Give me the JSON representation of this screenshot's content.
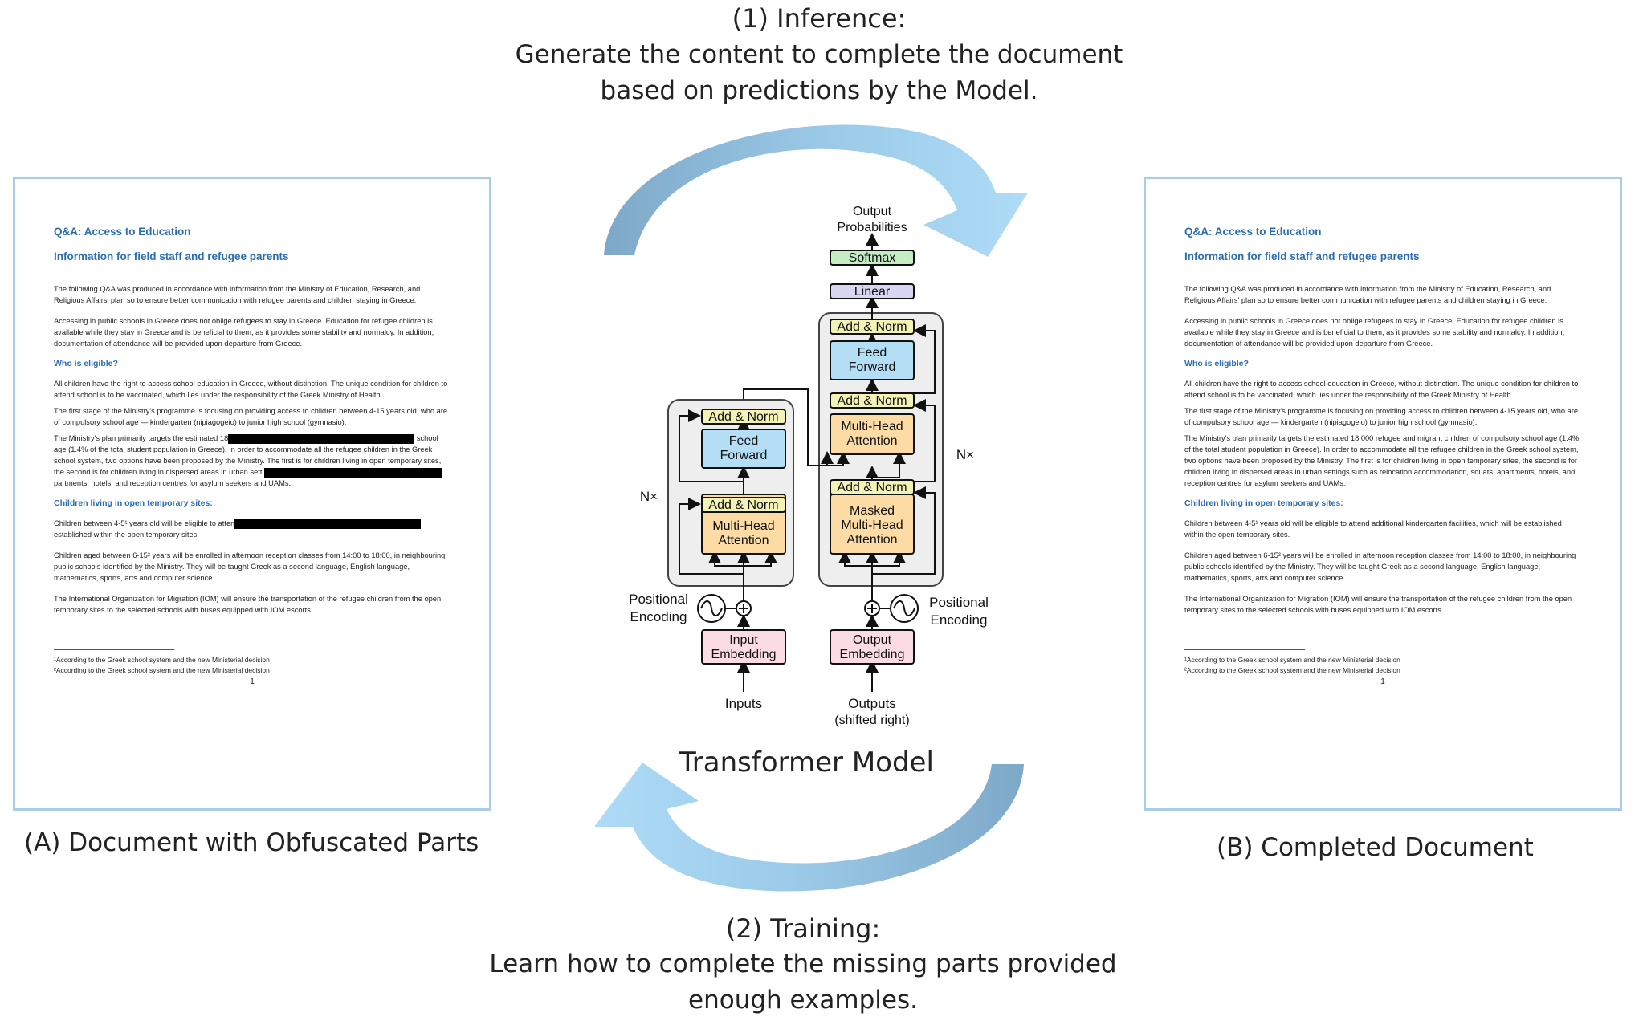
{
  "inference": {
    "title": "(1)  Inference:",
    "line1": "Generate the content to complete the document",
    "line2": "based on predictions by the Model."
  },
  "training": {
    "title": "(2) Training:",
    "line1": "Learn how to complete the missing parts provided",
    "line2": "enough examples."
  },
  "doc_a_caption": "(A) Document with Obfuscated Parts",
  "doc_b_caption": "(B) Completed Document",
  "model_label": "Transformer Model",
  "colors": {
    "arrow_dark": "#7ea8c8",
    "arrow_light": "#aedcf7",
    "doc_border": "#a9cde8",
    "heading_blue": "#2c6db0"
  },
  "document": {
    "title1": "Q&A: Access to Education",
    "title2": "Information for field staff and refugee parents",
    "para1": "The following Q&A was produced in accordance with information from the Ministry of Education, Research, and Religious Affairs' plan so to ensure better communication with refugee parents and children staying in Greece.",
    "para2": "Accessing in public schools in Greece does not oblige refugees to stay in Greece. Education for refugee children is available while they stay in Greece and is beneficial to them, as it provides some stability and normalcy. In addition, documentation of attendance will be provided upon departure from Greece.",
    "heading_eligible": "Who is eligible?",
    "para3": "All children have the right to access school education in Greece, without distinction. The unique condition for children to attend school is to be vaccinated, which lies under the responsibility of the Greek Ministry of Health.",
    "para4": "The first stage of the Ministry's programme is focusing on providing access to children between 4-15 years old, who are of compulsory school age — kindergarten (nipiagogeio) to junior high school (gymnasio).",
    "para5_full": "The Ministry's plan primarily targets the estimated 18,000 refugee and migrant children of compulsory school age (1.4% of the total student population in Greece). In order to accommodate all the refugee children in the Greek school system, two options have been proposed by the Ministry. The first is for children living in open temporary sites, the second is for children living in dispersed areas in urban settings such as relocation accommodation, squats, apartments, hotels, and reception centres for asylum seekers and UAMs.",
    "para5_a_start": "The Ministry's plan primarily targets the estimated 18",
    "para5_a_mid": "school age (1.4% of the total student population in Greece). In order to accommodate all the refugee children in the Greek school system, two options have been proposed by the Ministry. The first is for children living in open temporary sites, the second is for children living in dispersed areas in urban setti",
    "para5_a_end": "partments, hotels, and reception centres for asylum seekers and UAMs.",
    "heading_open": "Children living in open temporary sites:",
    "para6_full": "Children between 4-5¹ years old will be eligible to attend additional kindergarten facilities, which will be established within the open temporary sites.",
    "para6_a_start": "Children between 4-5¹ years old will be eligible to atten",
    "para6_a_end": "established within the open temporary sites.",
    "para7": "Children aged between 6-15² years will be enrolled in afternoon reception classes from 14:00 to 18:00, in neighbouring public schools identified by the Ministry. They will be taught Greek as a second language, English language, mathematics, sports, arts and computer science.",
    "para8": "The International Organization for Migration (IOM) will ensure the transportation of the refugee children from the open temporary sites to the selected schools with buses equipped with IOM escorts.",
    "footnote1": "¹According to the Greek school system and the new Ministerial decision",
    "footnote2": "²According to the Greek school system and the new Ministerial decision",
    "page": "1"
  },
  "transformer": {
    "output_probs_1": "Output",
    "output_probs_2": "Probabilities",
    "softmax": "Softmax",
    "linear": "Linear",
    "add_norm": "Add & Norm",
    "feed_forward_1": "Feed",
    "feed_forward_2": "Forward",
    "mha_1": "Multi-Head",
    "mha_2": "Attention",
    "masked_1": "Masked",
    "masked_2": "Multi-Head",
    "masked_3": "Attention",
    "nx": "N×",
    "pos_enc_1": "Positional",
    "pos_enc_2": "Encoding",
    "input_emb_1": "Input",
    "input_emb_2": "Embedding",
    "output_emb_1": "Output",
    "output_emb_2": "Embedding",
    "inputs": "Inputs",
    "outputs_1": "Outputs",
    "outputs_2": "(shifted right)"
  }
}
